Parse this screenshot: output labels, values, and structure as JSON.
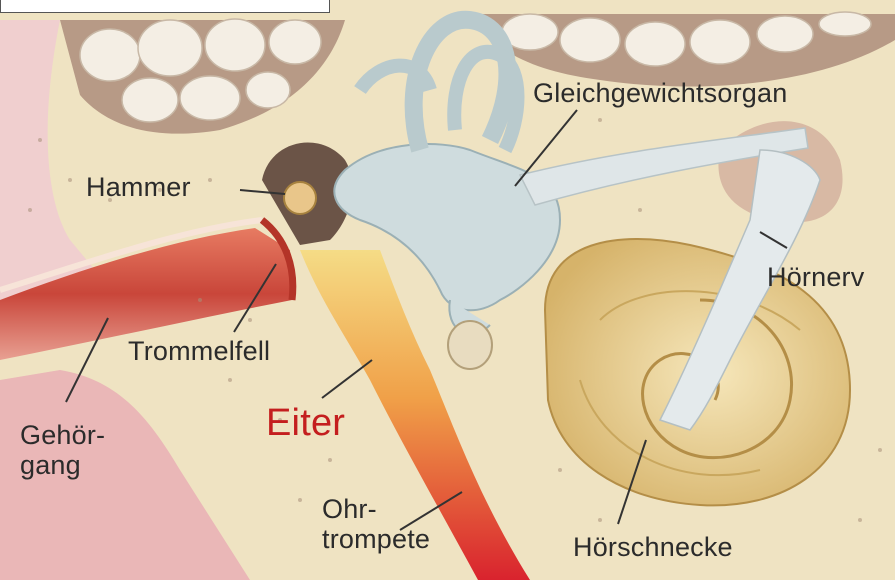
{
  "labels": {
    "gleichgewichtsorgan": "Gleichgewichtsorgan",
    "hammer": "Hammer",
    "hoernerv": "Hörnerv",
    "trommelfell": "Trommelfell",
    "eiter": "Eiter",
    "gehoergang": "Gehör-\ngang",
    "ohrtrompete": "Ohr-\ntrompete",
    "hoerschnecke": "Hörschnecke"
  },
  "colors": {
    "bone": "#efe3c2",
    "tissue": "#e9b8b8",
    "canal": "#d8604d",
    "pus_top": "#f2d27a",
    "pus_bottom": "#d9232e",
    "labyrinth": "#cfdadd",
    "cochlea": "#e8cf8f",
    "label_text": "#2b2b2b",
    "highlight_text": "#c41e1e"
  }
}
